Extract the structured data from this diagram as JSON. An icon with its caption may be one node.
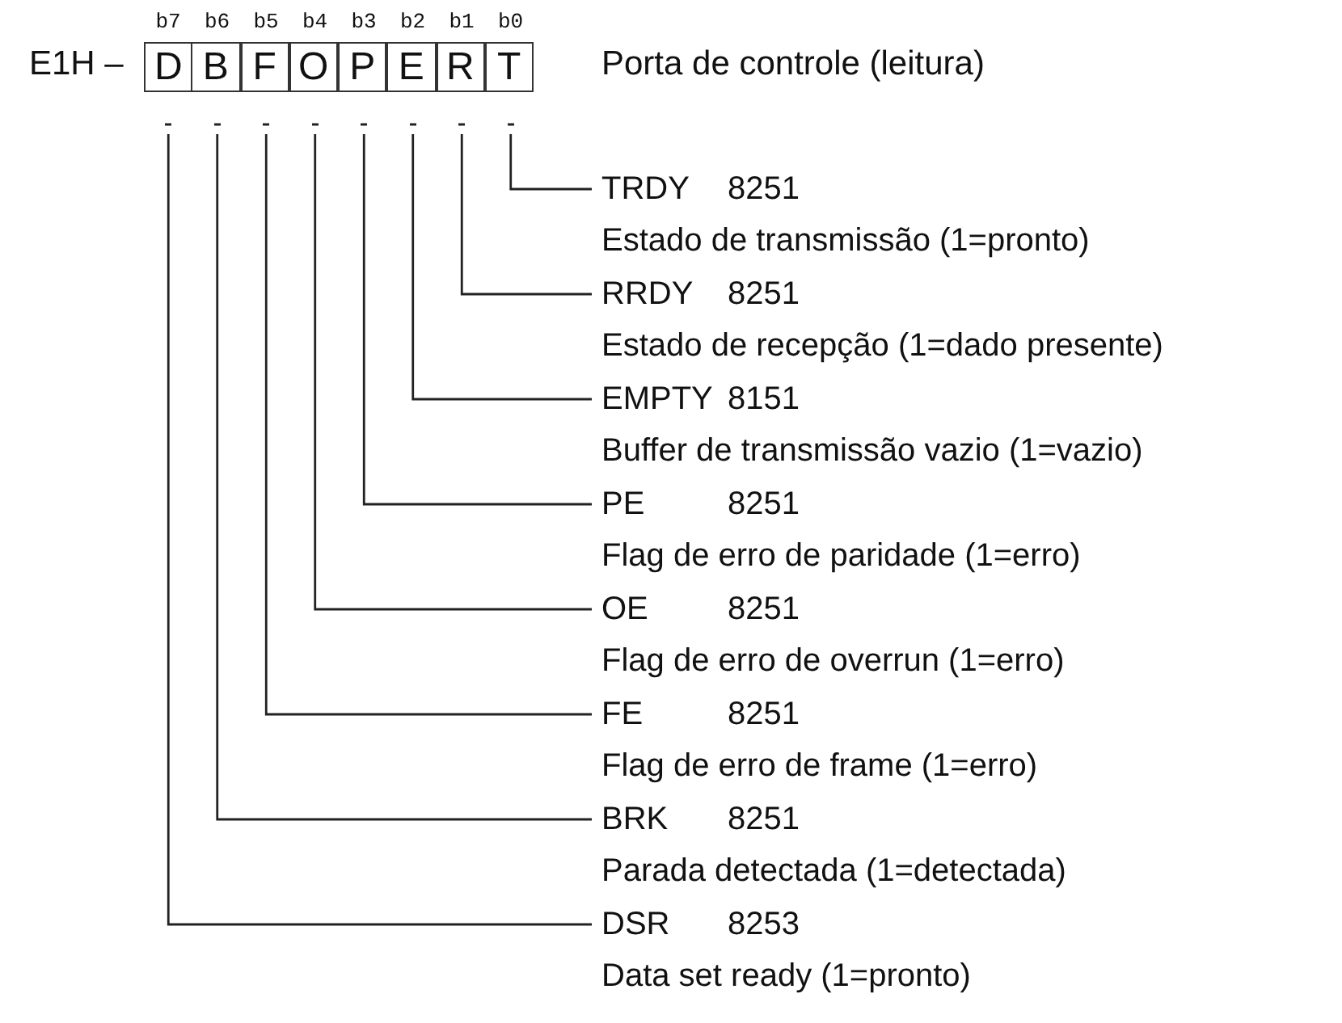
{
  "diagram": {
    "nodes": [
      {
        "text": [
          "D"
        ]
      },
      {
        "text": [
          "B"
        ]
      },
      {
        "text": [
          "F"
        ]
      },
      {
        "text": [
          "O"
        ]
      },
      {
        "text": [
          "P"
        ]
      },
      {
        "text": [
          "E"
        ]
      },
      {
        "text": [
          "R"
        ]
      },
      {
        "text": [
          "T"
        ]
      },
      {
        "text": [
          "TRDY",
          "8251",
          "Estado de transmissão (1=pronto)"
        ]
      },
      {
        "text": [
          "RRDY",
          "8251",
          "Estado de recepção (1=dado presente)"
        ]
      },
      {
        "text": [
          "EMPTY",
          "8151",
          "Buffer de transmissão vazio (1=vazio)"
        ]
      },
      {
        "text": [
          "PE",
          "8251",
          "Flag de erro de paridade (1=erro)"
        ]
      },
      {
        "text": [
          "OE",
          "8251",
          "Flag de erro de overrun (1=erro)"
        ]
      },
      {
        "text": [
          "FE",
          "8251",
          "Flag de erro de frame (1=erro)"
        ]
      },
      {
        "text": [
          "BRK",
          "8251",
          "Parada detectada (1=detectada)"
        ]
      },
      {
        "text": [
          "DSR",
          "8253",
          "Data set ready (1=pronto)"
        ]
      }
    ],
    "edges": [
      {
        "from": 7,
        "to": 8,
        "arrow": "other"
      },
      {
        "from": 6,
        "to": 9,
        "arrow": "other"
      },
      {
        "from": 5,
        "to": 10,
        "arrow": "other"
      },
      {
        "from": 4,
        "to": 11,
        "arrow": "other"
      },
      {
        "from": 3,
        "to": 12,
        "arrow": "other"
      },
      {
        "from": 2,
        "to": 13,
        "arrow": "other"
      },
      {
        "from": 1,
        "to": 14,
        "arrow": "other"
      },
      {
        "from": 0,
        "to": 15,
        "arrow": "other"
      }
    ],
    "labels": [
      "E1H –",
      "b7",
      "b6",
      "b5",
      "b4",
      "b3",
      "b2",
      "b1",
      "b0",
      "Porta de controle (leitura)"
    ]
  }
}
